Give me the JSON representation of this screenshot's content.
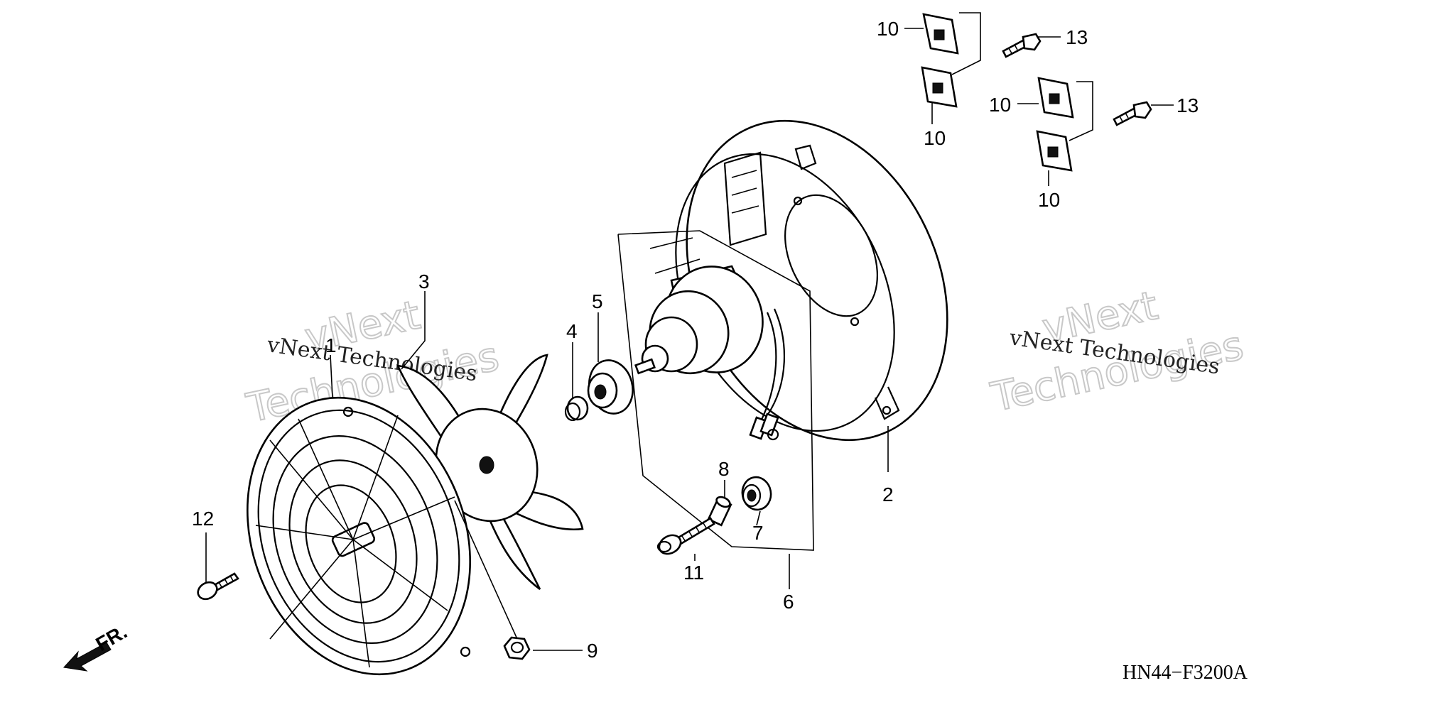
{
  "callouts": {
    "c1": "1",
    "c2": "2",
    "c3": "3",
    "c4": "4",
    "c5": "5",
    "c6": "6",
    "c7": "7",
    "c8": "8",
    "c9": "9",
    "c10a": "10",
    "c10b": "10",
    "c10c": "10",
    "c10d": "10",
    "c11": "11",
    "c12": "12",
    "c13a": "13",
    "c13b": "13"
  },
  "front_arrow_label": "FR.",
  "diagram_code": "HN44−F3200A",
  "watermarks": [
    {
      "big_line1": "vNext",
      "big_line2": "Technologies",
      "small": "vNext Technologies"
    },
    {
      "big_line1": "vNext",
      "big_line2": "Technologies",
      "small": "vNext Technologies"
    }
  ],
  "parts": [
    {
      "icon": "fan-guard-icon"
    },
    {
      "icon": "fan-shroud-icon"
    },
    {
      "icon": "fan-blade-icon"
    },
    {
      "icon": "collar-icon"
    },
    {
      "icon": "rubber-mount-icon"
    },
    {
      "icon": "fan-motor-icon"
    },
    {
      "icon": "grommet-icon"
    },
    {
      "icon": "spacer-icon"
    },
    {
      "icon": "nut-icon"
    },
    {
      "icon": "clip-nut-icon"
    },
    {
      "icon": "flange-bolt-icon"
    },
    {
      "icon": "tapping-screw-icon"
    },
    {
      "icon": "bolt-icon"
    }
  ]
}
